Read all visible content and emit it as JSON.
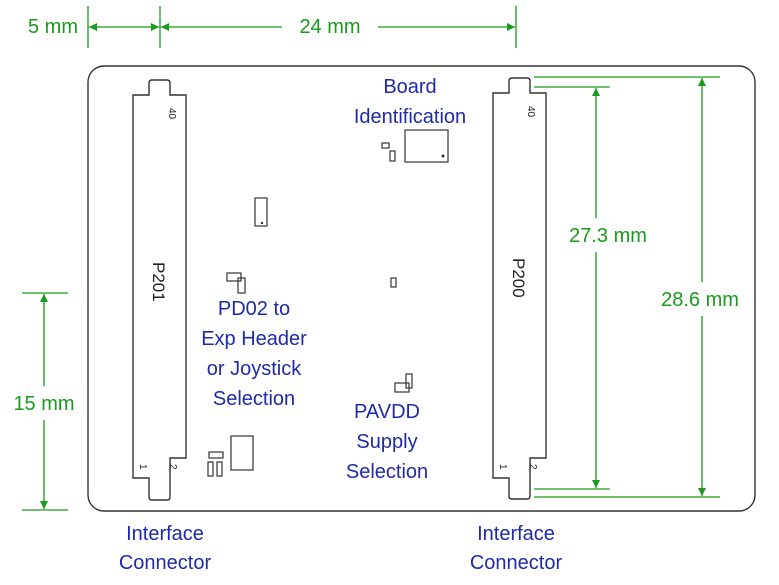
{
  "dimensions": {
    "left_margin": "5 mm",
    "connector_spacing": "24 mm",
    "header_length": "27.3 mm",
    "board_height": "28.6 mm",
    "offset_from_bottom": "15 mm"
  },
  "labels": {
    "board_id_line1": "Board",
    "board_id_line2": "Identification",
    "pd02_line1": "PD02 to",
    "pd02_line2": "Exp Header",
    "pd02_line3": "or Joystick",
    "pd02_line4": "Selection",
    "pavdd_line1": "PAVDD",
    "pavdd_line2": "Supply",
    "pavdd_line3": "Selection",
    "left_conn_line1": "Interface",
    "left_conn_line2": "Connector",
    "right_conn_line1": "Interface",
    "right_conn_line2": "Connector"
  },
  "connectors": {
    "left": {
      "ref": "P201",
      "pin_top": "40",
      "pin_bl": "1",
      "pin_br": "2"
    },
    "right": {
      "ref": "P200",
      "pin_top": "40",
      "pin_bl": "1",
      "pin_br": "2"
    }
  },
  "colors": {
    "dimension": "#1a9a1a",
    "label": "#1f2aa8",
    "outline": "#333333"
  }
}
